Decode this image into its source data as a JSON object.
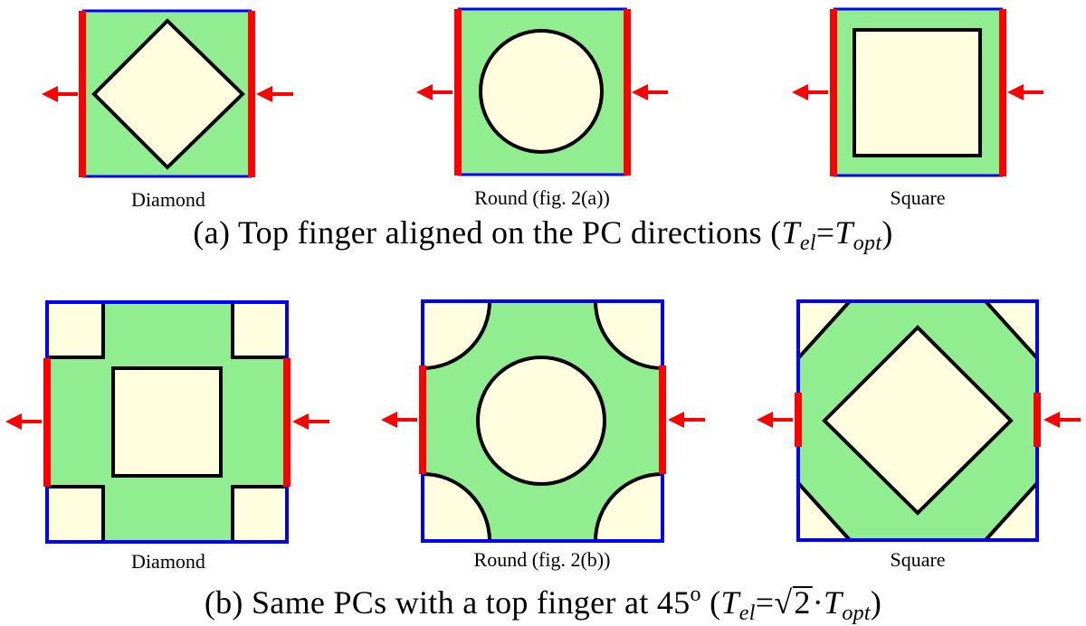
{
  "colors": {
    "fill_green": "#90ee90",
    "fill_cream": "#ffffe0",
    "border_blue": "#0000ff",
    "electrode_red": "#ff0000",
    "outline_black": "#000000"
  },
  "row_a": {
    "labels": [
      "Diamond",
      "Round (fig. 2(a))",
      "Square"
    ],
    "caption": {
      "prefix": "(a)  Top finger aligned on the PC directions (",
      "t1": "T",
      "t1_sub": "el",
      "eq": "=",
      "t2": "T",
      "t2_sub": "opt",
      "suffix": ")"
    }
  },
  "row_b": {
    "labels": [
      "Diamond",
      "Round (fig. 2(b))",
      "Square"
    ],
    "caption": {
      "prefix": "(b)  Same PCs with a top finger at 45",
      "degree": "o",
      "open": " (",
      "t1": "T",
      "t1_sub": "el",
      "eq": "=",
      "sqrt_arg": "2",
      "dot": "·",
      "t2": "T",
      "t2_sub": "opt",
      "suffix": ")"
    }
  }
}
